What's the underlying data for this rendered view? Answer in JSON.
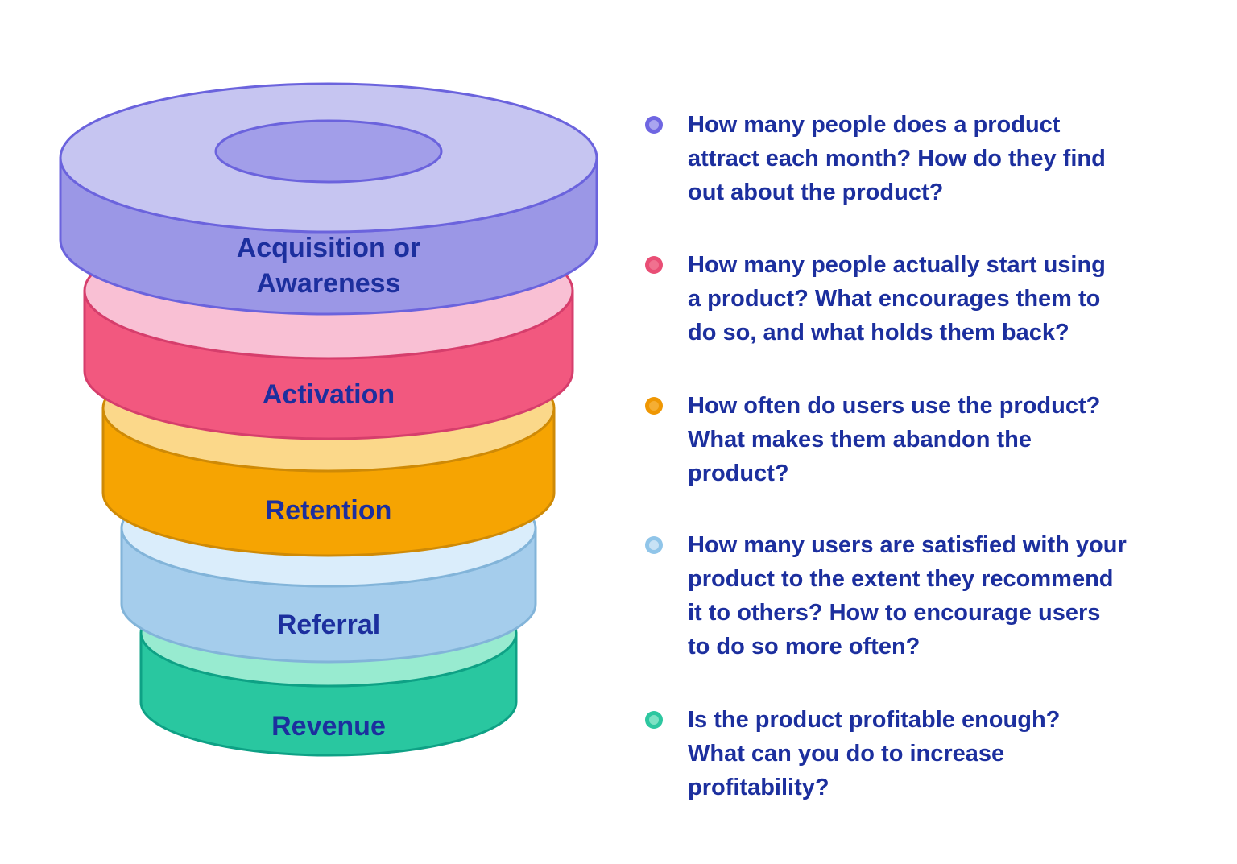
{
  "background": "#ffffff",
  "text_color": "#1c2f9e",
  "funnel": {
    "layers": [
      {
        "id": "acquisition",
        "label": "Acquisition or\nAwareness",
        "top_color": "#c6c5f1",
        "side_color": "#9b97e6",
        "stroke_color": "#6b63dd",
        "hole_color": "#a29ee9"
      },
      {
        "id": "activation",
        "label": "Activation",
        "top_color": "#f9c0d4",
        "side_color": "#f2587f",
        "stroke_color": "#d63e6c"
      },
      {
        "id": "retention",
        "label": "Retention",
        "top_color": "#fbd88a",
        "side_color": "#f6a402",
        "stroke_color": "#cf8a06"
      },
      {
        "id": "referral",
        "label": "Referral",
        "top_color": "#daedfb",
        "side_color": "#a5cdec",
        "stroke_color": "#82b4d9"
      },
      {
        "id": "revenue",
        "label": "Revenue",
        "top_color": "#98ebd0",
        "side_color": "#29c7a0",
        "stroke_color": "#0ea185"
      }
    ]
  },
  "bullets": [
    {
      "text": "How many people does a product\nattract each month? How do they find\nout about the product?",
      "dot_outer": "#6f66e2",
      "dot_inner": "#a9a4ef"
    },
    {
      "text": "How many people actually start using\na product? What encourages them to\ndo so, and what holds them back?",
      "dot_outer": "#e94e75",
      "dot_inner": "#f0718f"
    },
    {
      "text": "How often do users use the product?\nWhat makes them abandon the\nproduct?",
      "dot_outer": "#ef9703",
      "dot_inner": "#f5ae33"
    },
    {
      "text": "How many users are satisfied with your\nproduct to the extent they recommend\nit to others? How to encourage users\nto do so more often?",
      "dot_outer": "#90c5e9",
      "dot_inner": "#c8e2f5"
    },
    {
      "text": "Is the product profitable enough?\nWhat can you do to increase\nprofitability?",
      "dot_outer": "#2dc7a0",
      "dot_inner": "#7de2c4"
    }
  ]
}
